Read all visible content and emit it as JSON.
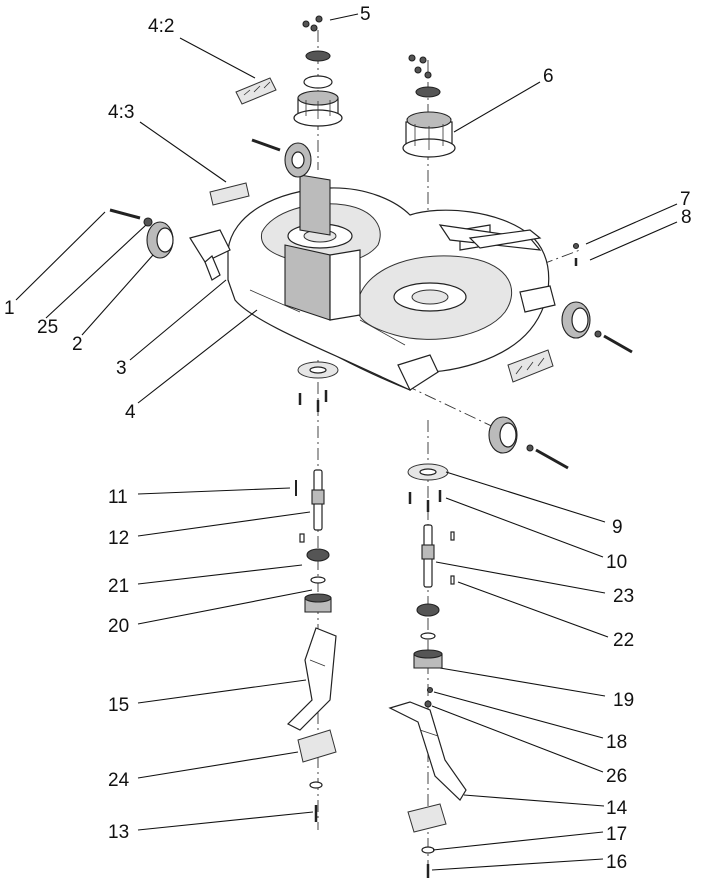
{
  "callouts": [
    {
      "id": "c4-2",
      "label": "4:2"
    },
    {
      "id": "c5",
      "label": "5"
    },
    {
      "id": "c4-3",
      "label": "4:3"
    },
    {
      "id": "c6",
      "label": "6"
    },
    {
      "id": "c7",
      "label": "7"
    },
    {
      "id": "c8",
      "label": "8"
    },
    {
      "id": "c1",
      "label": "1"
    },
    {
      "id": "c25",
      "label": "25"
    },
    {
      "id": "c2",
      "label": "2"
    },
    {
      "id": "c3",
      "label": "3"
    },
    {
      "id": "c4",
      "label": "4"
    },
    {
      "id": "c11",
      "label": "11"
    },
    {
      "id": "c12",
      "label": "12"
    },
    {
      "id": "c21",
      "label": "21"
    },
    {
      "id": "c20",
      "label": "20"
    },
    {
      "id": "c9",
      "label": "9"
    },
    {
      "id": "c10",
      "label": "10"
    },
    {
      "id": "c23",
      "label": "23"
    },
    {
      "id": "c22",
      "label": "22"
    },
    {
      "id": "c15",
      "label": "15"
    },
    {
      "id": "c19",
      "label": "19"
    },
    {
      "id": "c18",
      "label": "18"
    },
    {
      "id": "c24",
      "label": "24"
    },
    {
      "id": "c26",
      "label": "26"
    },
    {
      "id": "c14",
      "label": "14"
    },
    {
      "id": "c13",
      "label": "13"
    },
    {
      "id": "c17",
      "label": "17"
    },
    {
      "id": "c16",
      "label": "16"
    }
  ]
}
